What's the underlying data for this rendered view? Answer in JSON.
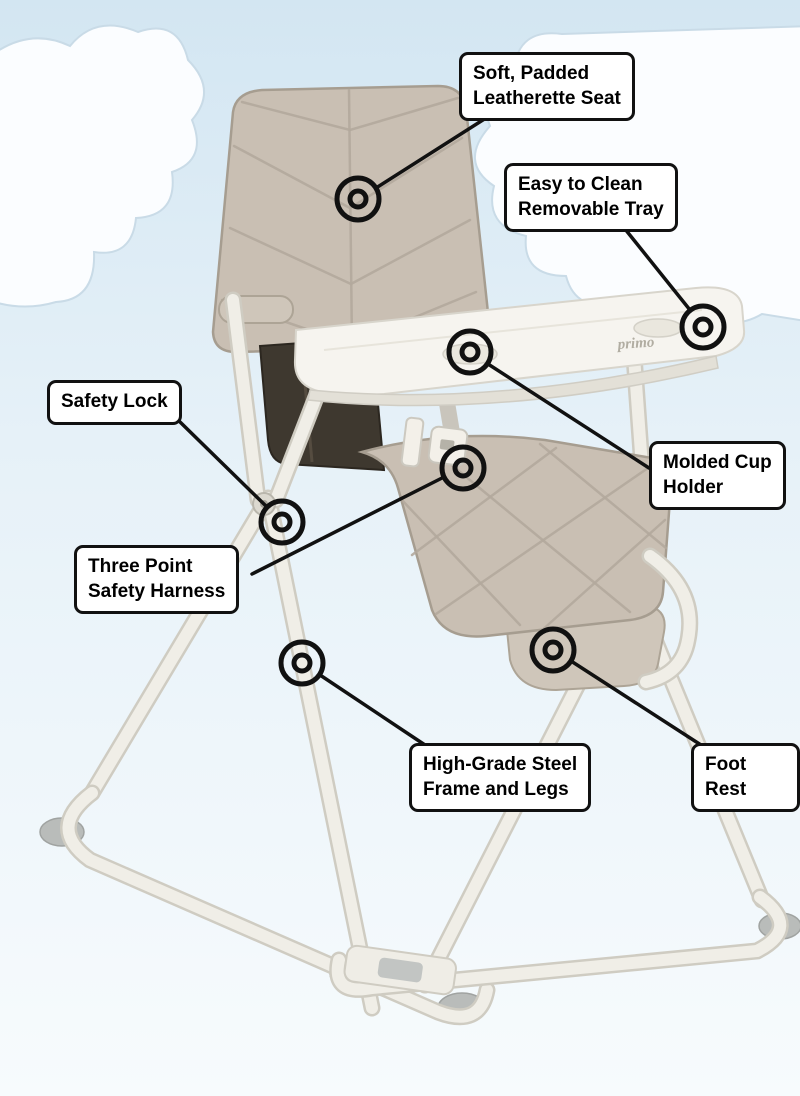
{
  "product": {
    "brand": "primo"
  },
  "callouts": [
    {
      "id": "seat",
      "label": "Soft, Padded\nLeatherette Seat"
    },
    {
      "id": "tray",
      "label": "Easy to Clean\nRemovable Tray"
    },
    {
      "id": "lock",
      "label": "Safety Lock"
    },
    {
      "id": "cup",
      "label": "Molded Cup\nHolder"
    },
    {
      "id": "harness",
      "label": "Three Point\nSafety Harness"
    },
    {
      "id": "frame",
      "label": "High-Grade Steel\nFrame and Legs"
    },
    {
      "id": "foot",
      "label": "Foot Rest"
    }
  ],
  "colors": {
    "sky_top": "#d3e6f2",
    "sky_bottom": "#f7fbfd",
    "cloud": "#fbfdff",
    "cushion": "#c9bfb3",
    "fabric_panel": "#3e382f",
    "frame": "#f0eee7",
    "tray": "#f6f4ef",
    "callout_border": "#111111",
    "leader_line": "#111111"
  }
}
